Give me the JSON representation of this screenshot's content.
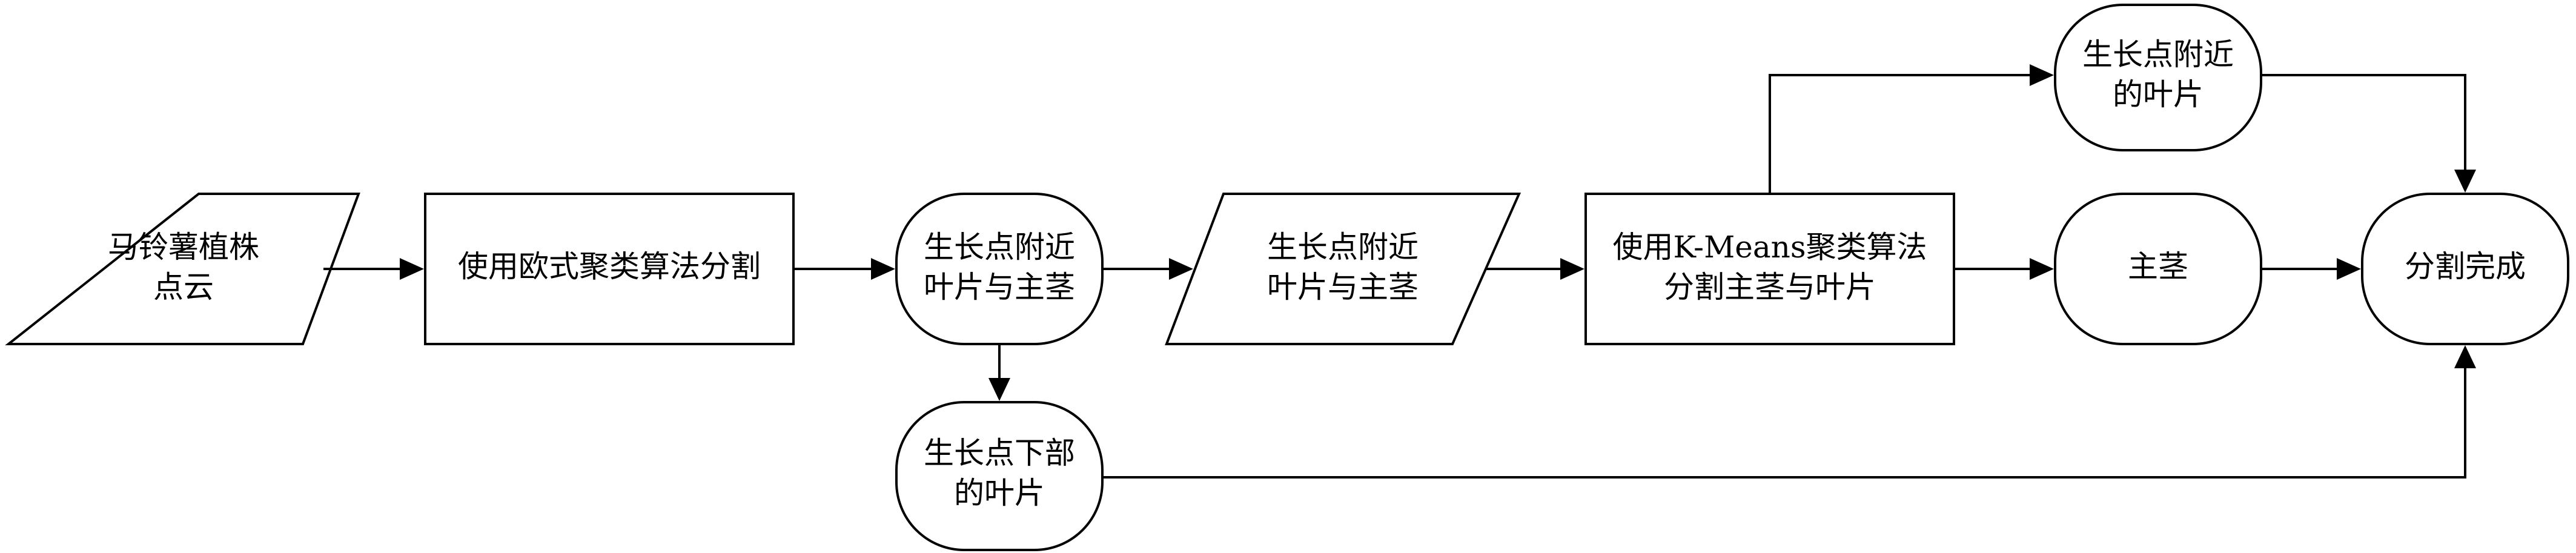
{
  "nodes": {
    "input_cloud": {
      "line1": "马铃薯植株",
      "line2": "点云"
    },
    "euclidean_cluster": {
      "line1": "使用欧式聚类算法分割"
    },
    "growth_leaves_stem": {
      "line1": "生长点附近",
      "line2": "叶片与主茎"
    },
    "growth_leaves_stem_data": {
      "line1": "生长点附近",
      "line2": "叶片与主茎"
    },
    "kmeans_split": {
      "line1": "使用K-Means聚类算法",
      "line2": "分割主茎与叶片"
    },
    "leaves_near_growth": {
      "line1": "生长点附近",
      "line2": "的叶片"
    },
    "main_stem": {
      "line1": "主茎"
    },
    "segmentation_done": {
      "line1": "分割完成"
    },
    "leaves_below_growth": {
      "line1": "生长点下部",
      "line2": "的叶片"
    }
  }
}
